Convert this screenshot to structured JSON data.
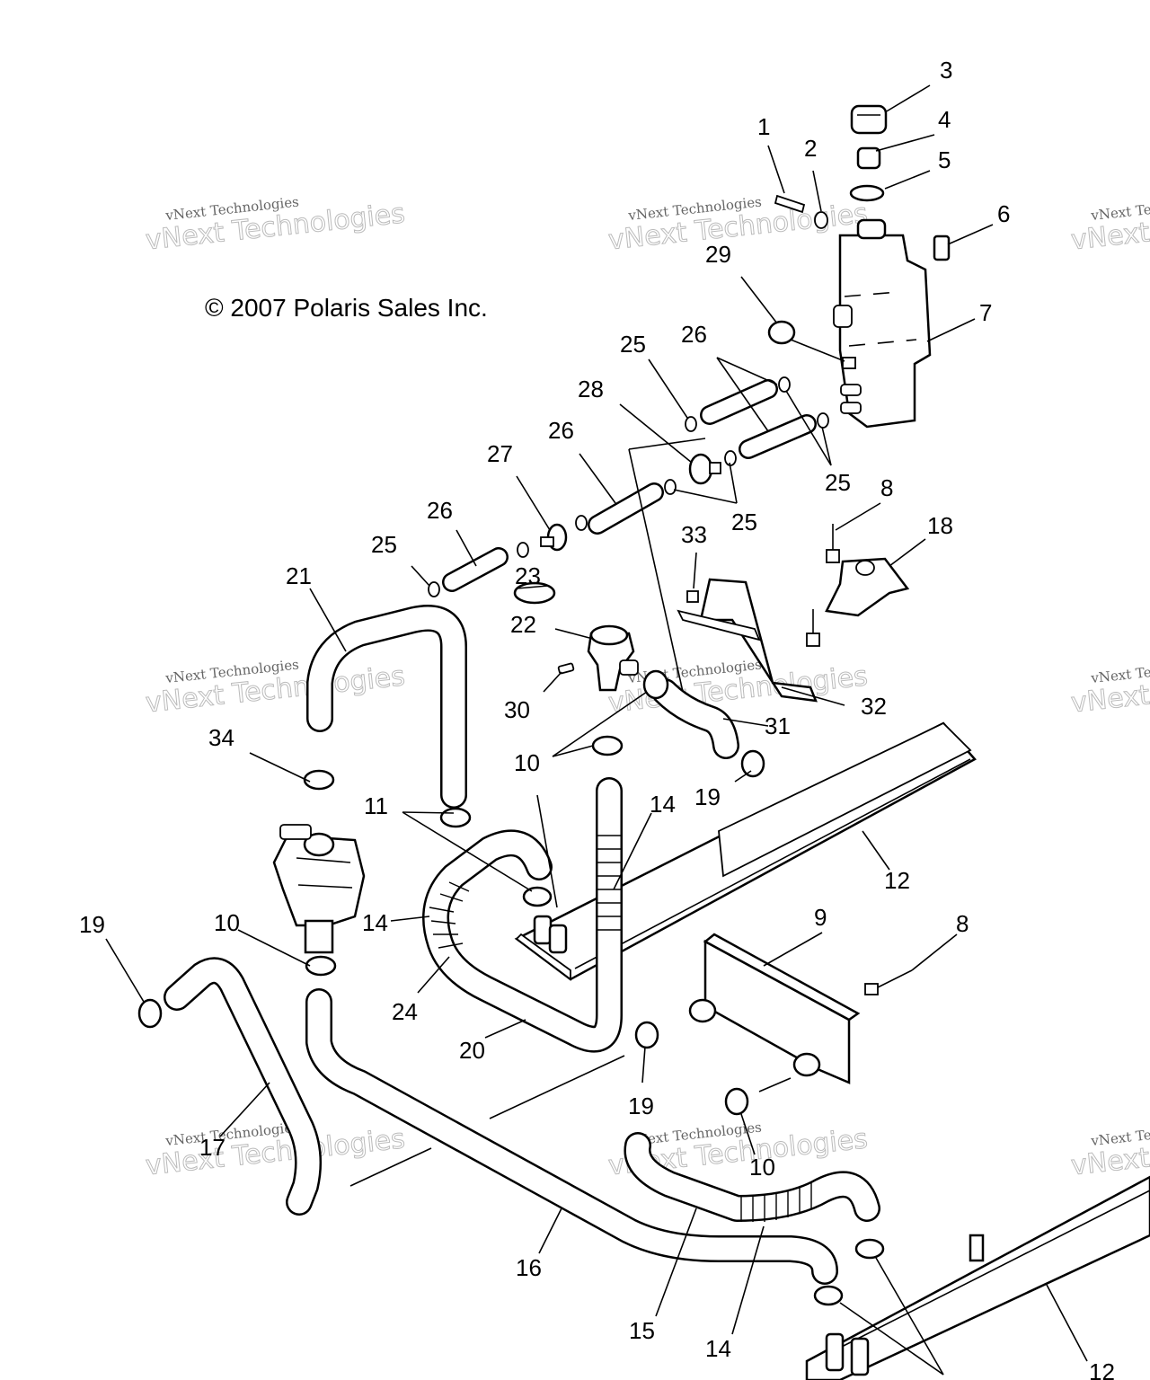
{
  "copyright": "© 2007 Polaris Sales Inc.",
  "watermark": {
    "line1": "vNext Technologies",
    "line2": "vNext Technologies"
  },
  "callouts": {
    "c1": "1",
    "c2": "2",
    "c3": "3",
    "c4": "4",
    "c5": "5",
    "c6": "6",
    "c7": "7",
    "c8a": "8",
    "c8b": "8",
    "c9": "9",
    "c10a": "10",
    "c10b": "10",
    "c10c": "10",
    "c11": "11",
    "c12a": "12",
    "c12b": "12",
    "c14a": "14",
    "c14b": "14",
    "c14c": "14",
    "c15": "15",
    "c16": "16",
    "c17": "17",
    "c18": "18",
    "c19a": "19",
    "c19b": "19",
    "c19c": "19",
    "c20": "20",
    "c21": "21",
    "c22": "22",
    "c23": "23",
    "c24": "24",
    "c25a": "25",
    "c25b": "25",
    "c25c": "25",
    "c25d": "25",
    "c26a": "26",
    "c26b": "26",
    "c26c": "26",
    "c27": "27",
    "c28": "28",
    "c29": "29",
    "c30": "30",
    "c31": "31",
    "c32": "32",
    "c33": "33",
    "c34": "34"
  }
}
